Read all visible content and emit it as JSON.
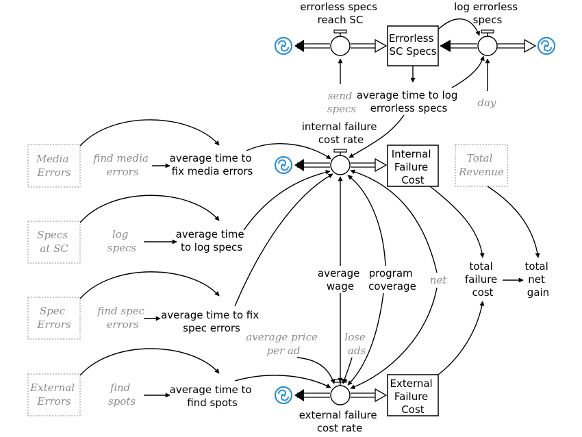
{
  "diagram": {
    "stocks": {
      "errorless_sc_specs": [
        "Errorless",
        "SC Specs"
      ],
      "internal_failure_cost": [
        "Internal",
        "Failure",
        "Cost"
      ],
      "external_failure_cost": [
        "External",
        "Failure",
        "Cost"
      ]
    },
    "ghost_stocks": {
      "media_errors": [
        "Media",
        "Errors"
      ],
      "specs_at_sc": [
        "Specs",
        "at SC"
      ],
      "spec_errors": [
        "Spec",
        "Errors"
      ],
      "external_errors": [
        "External",
        "Errors"
      ],
      "total_revenue": [
        "Total",
        "Revenue"
      ]
    },
    "flows": {
      "errorless_specs_reach_sc": [
        "errorless specs",
        "reach SC"
      ],
      "log_errorless_specs": [
        "log errorless",
        "specs"
      ],
      "internal_failure_cost_rate": [
        "internal failure",
        "cost rate"
      ],
      "external_failure_cost_rate": [
        "external failure",
        "cost rate"
      ]
    },
    "variables": {
      "average_time_to_log_errorless_specs": [
        "average time to log",
        "errorless specs"
      ],
      "average_time_to_fix_media_errors": [
        "average time to",
        "fix media errors"
      ],
      "average_time_to_log_specs": [
        "average time",
        "to log specs"
      ],
      "average_time_to_fix_spec_errors": [
        "average time to fix",
        "spec errors"
      ],
      "average_time_to_find_spots": [
        "average time to",
        "find spots"
      ],
      "average_wage": [
        "average",
        "wage"
      ],
      "program_coverage": [
        "program",
        "coverage"
      ],
      "total_failure_cost": [
        "total",
        "failure",
        "cost"
      ],
      "total_net_gain": [
        "total",
        "net",
        "gain"
      ]
    },
    "ghost_variables": {
      "send_specs": [
        "send",
        "specs"
      ],
      "day": [
        "day"
      ],
      "find_media_errors": [
        "find media",
        "errors"
      ],
      "log_specs": [
        "log",
        "specs"
      ],
      "find_spec_errors": [
        "find spec",
        "errors"
      ],
      "find_spots": [
        "find",
        "spots"
      ],
      "average_price_per_ad": [
        "average price",
        "per ad"
      ],
      "lose_ads": [
        "lose",
        "ads"
      ],
      "net": [
        "net"
      ]
    },
    "colors": {
      "ink": "#000000",
      "ghost": "#8c8c8c",
      "cloud": "#2a8fd6"
    }
  }
}
